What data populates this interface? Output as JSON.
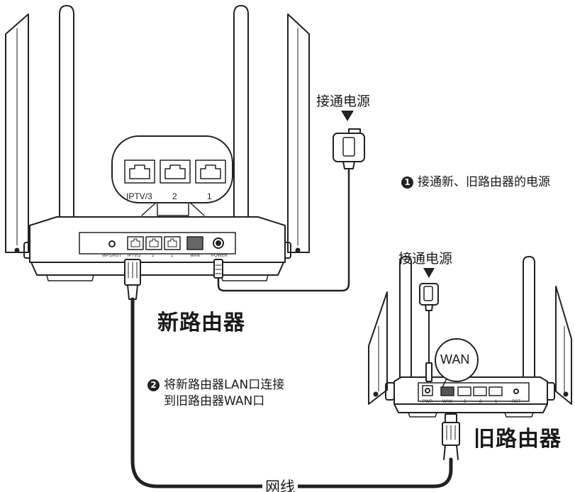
{
  "new_router": {
    "title": "新路由器",
    "zoom_port_labels": [
      "IPTV/3",
      "2",
      "1"
    ],
    "panel_labels": [
      "WPS/RST",
      "IPTV/3",
      "2",
      "1",
      "WAN",
      "POWER"
    ]
  },
  "old_router": {
    "title": "旧路由器",
    "wan_callout": "WAN",
    "panel_labels": [
      "PWR",
      "WAN",
      "3",
      "2",
      "1",
      "RST"
    ]
  },
  "power_label_new": "接通电源",
  "power_label_old": "接通电源",
  "step1": {
    "number": "1",
    "text": "接通新、旧路由器的电源"
  },
  "step2": {
    "number": "2",
    "line1": "将新路由器LAN口连接",
    "line2": "到旧路由器WAN口"
  },
  "cable_label": "网线"
}
